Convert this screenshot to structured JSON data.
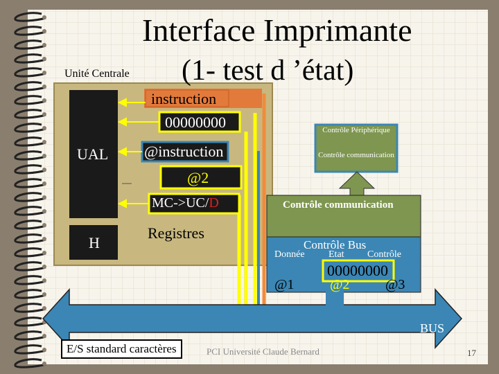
{
  "slide": {
    "title_line1": "Interface Imprimante",
    "title_line2": "(1- test d ’état)",
    "unite_centrale_label": "Unité Centrale",
    "page_number": "17",
    "footer_text": "PCI Université Claude Bernard"
  },
  "cpu": {
    "ual_label": "UAL",
    "h_label": "H",
    "registres_label": "Registres",
    "registers": {
      "instruction": "instruction",
      "data": "00000000",
      "address_instruction": "@instruction",
      "address2": "@2",
      "mc_uc_prefix": "MC->UC/",
      "mc_uc_suffix": "D"
    }
  },
  "peripheral": {
    "controle_peripherique": "Contrôle Périphérique",
    "controle_communication_small": "Contrôle communication",
    "controle_communication": "Contrôle communication",
    "controle_bus": "Contrôle Bus",
    "donnee": "Donnée",
    "etat": "Etat",
    "controle": "Contrôle",
    "status_value": "00000000",
    "addr1": "@1",
    "addr2": "@2",
    "addr3": "@3"
  },
  "bus": {
    "label": "BUS",
    "io_label": "E/S standard caractères"
  },
  "colors": {
    "background": "#8a7e6e",
    "slide": "#f7f4ec",
    "cpu_box": "#c8b880",
    "dark_box": "#1a1a1a",
    "peripheral_green": "#7e9650",
    "bus_blue": "#3b86b4",
    "yellow_wire": "#ffff00",
    "orange_wire": "#f08c3c"
  }
}
